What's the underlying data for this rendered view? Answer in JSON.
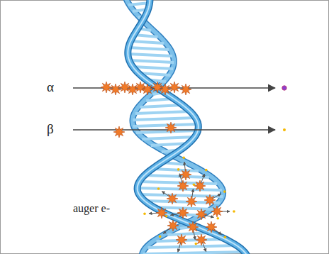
{
  "diagram": {
    "labels": [
      "α",
      "β",
      "auger e-"
    ]
  }
}
